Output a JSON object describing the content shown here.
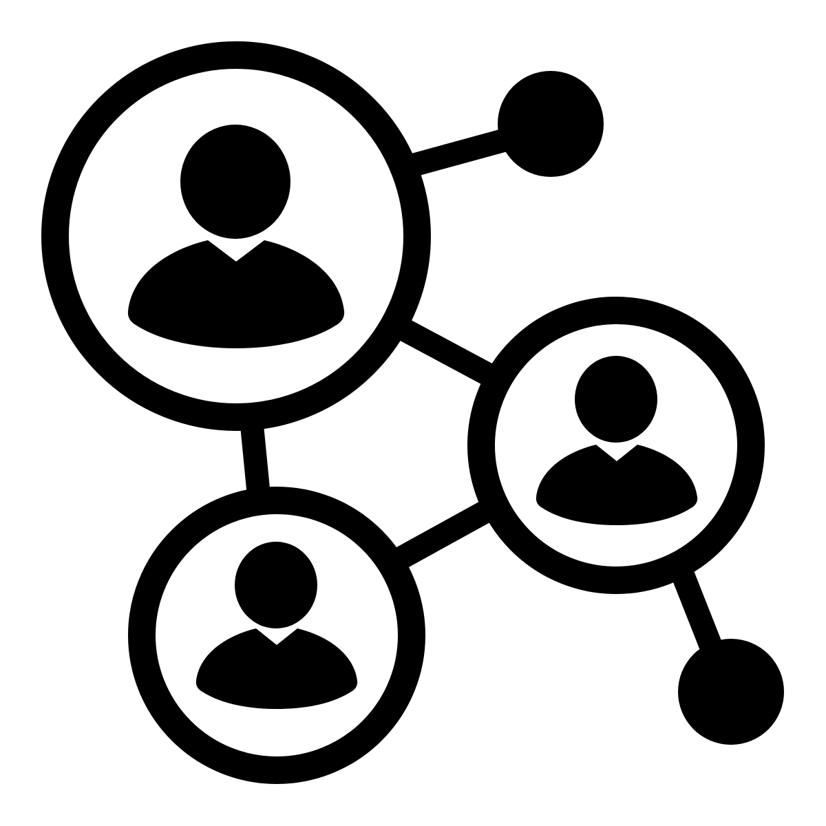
{
  "icon": {
    "name": "user-network-icon",
    "foreground": "#000000",
    "background": "#ffffff"
  },
  "nodes": [
    {
      "name": "user-node-large",
      "kind": "user"
    },
    {
      "name": "user-node-right",
      "kind": "user"
    },
    {
      "name": "user-node-bottom",
      "kind": "user"
    },
    {
      "name": "endpoint-dot-top-right",
      "kind": "dot"
    },
    {
      "name": "endpoint-dot-bottom-right",
      "kind": "dot"
    }
  ]
}
